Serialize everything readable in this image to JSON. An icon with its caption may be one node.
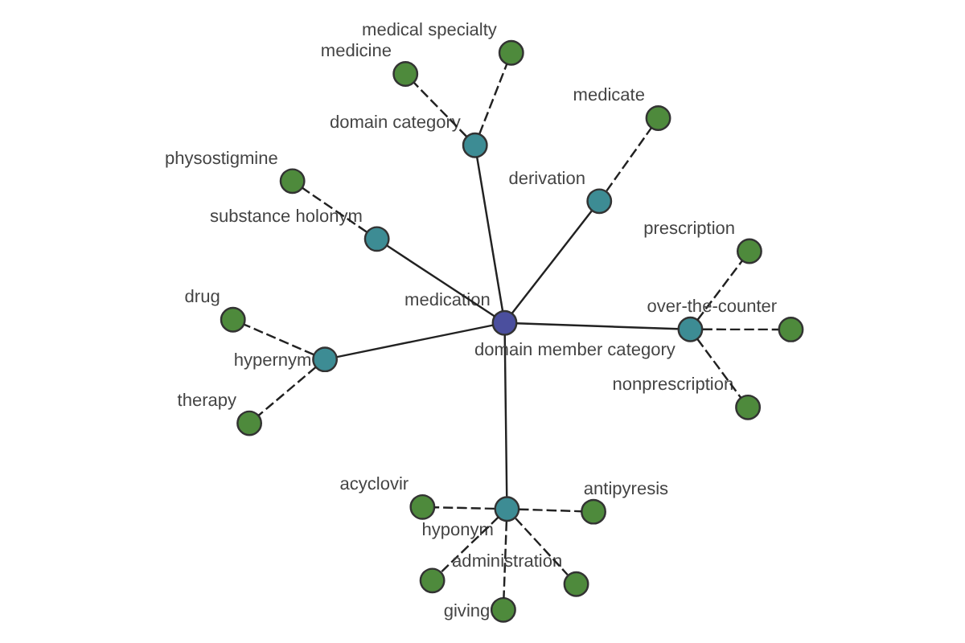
{
  "diagram": {
    "nodes": [
      {
        "text": [
          "medication"
        ]
      },
      {
        "text": [
          "domain category"
        ]
      },
      {
        "text": [
          "medicine"
        ]
      },
      {
        "text": [
          "medical specialty"
        ]
      },
      {
        "text": [
          "hyponym"
        ]
      },
      {
        "text": [
          "acyclovir"
        ]
      },
      {
        "text": [],
        "shape": "circle"
      },
      {
        "text": [
          "antipyresis"
        ]
      },
      {
        "text": [
          "giving"
        ]
      },
      {
        "text": [
          "administration"
        ]
      },
      {
        "text": [
          "domain member category"
        ]
      },
      {
        "text": [
          "prescription"
        ]
      },
      {
        "text": [
          "nonprescription"
        ]
      },
      {
        "text": [
          "over-the-counter"
        ]
      },
      {
        "text": [
          "derivation"
        ]
      },
      {
        "text": [
          "medicate"
        ]
      },
      {
        "text": [
          "substance holonym"
        ]
      },
      {
        "text": [
          "physostigmine"
        ]
      },
      {
        "text": [
          "hypernym"
        ]
      },
      {
        "text": [
          "drug"
        ]
      },
      {
        "text": [
          "therapy"
        ]
      }
    ],
    "edges": [
      {
        "from": 0,
        "to": 1,
        "arrow": "none"
      },
      {
        "from": 1,
        "to": 2,
        "arrow": "none",
        "style": "dashed"
      },
      {
        "from": 1,
        "to": 3,
        "arrow": "none",
        "style": "dashed"
      },
      {
        "from": 0,
        "to": 4,
        "arrow": "none"
      },
      {
        "from": 4,
        "to": 5,
        "arrow": "none",
        "style": "dashed"
      },
      {
        "from": 4,
        "to": 6,
        "arrow": "none",
        "style": "dashed"
      },
      {
        "from": 4,
        "to": 7,
        "arrow": "none",
        "style": "dashed"
      },
      {
        "from": 4,
        "to": 8,
        "arrow": "none",
        "style": "dashed"
      },
      {
        "from": 4,
        "to": 9,
        "arrow": "none",
        "style": "dashed"
      },
      {
        "from": 0,
        "to": 10,
        "arrow": "none"
      },
      {
        "from": 10,
        "to": 11,
        "arrow": "none",
        "style": "dashed"
      },
      {
        "from": 10,
        "to": 12,
        "arrow": "none",
        "style": "dashed"
      },
      {
        "from": 10,
        "to": 13,
        "arrow": "none",
        "style": "dashed"
      },
      {
        "from": 0,
        "to": 14,
        "arrow": "none"
      },
      {
        "from": 14,
        "to": 15,
        "arrow": "none",
        "style": "dashed"
      },
      {
        "from": 0,
        "to": 16,
        "arrow": "none"
      },
      {
        "from": 16,
        "to": 17,
        "arrow": "none",
        "style": "dashed"
      },
      {
        "from": 0,
        "to": 18,
        "arrow": "none"
      },
      {
        "from": 18,
        "to": 19,
        "arrow": "none",
        "style": "dashed"
      },
      {
        "from": 18,
        "to": 20,
        "arrow": "none",
        "style": "dashed"
      }
    ]
  }
}
